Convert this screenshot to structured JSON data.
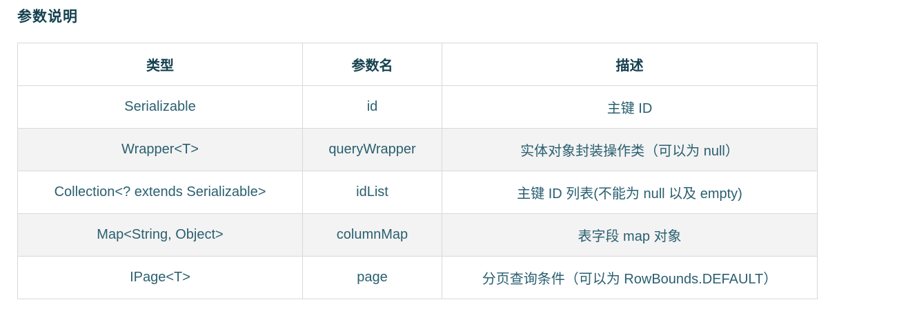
{
  "page": {
    "title": "参数说明",
    "colors": {
      "title_text": "#14414f",
      "header_text": "#14414f",
      "body_text": "#2a5f70",
      "border": "#d9d9d9",
      "row_alt_bg": "#f3f3f3",
      "row_bg": "#ffffff"
    }
  },
  "table": {
    "columns": [
      "类型",
      "参数名",
      "描述"
    ],
    "rows": [
      [
        "Serializable",
        "id",
        "主键 ID"
      ],
      [
        "Wrapper<T>",
        "queryWrapper",
        "实体对象封装操作类（可以为 null）"
      ],
      [
        "Collection<? extends Serializable>",
        "idList",
        "主键 ID 列表(不能为 null 以及 empty)"
      ],
      [
        "Map<String, Object>",
        "columnMap",
        "表字段 map 对象"
      ],
      [
        "IPage<T>",
        "page",
        "分页查询条件（可以为 RowBounds.DEFAULT）"
      ]
    ]
  }
}
